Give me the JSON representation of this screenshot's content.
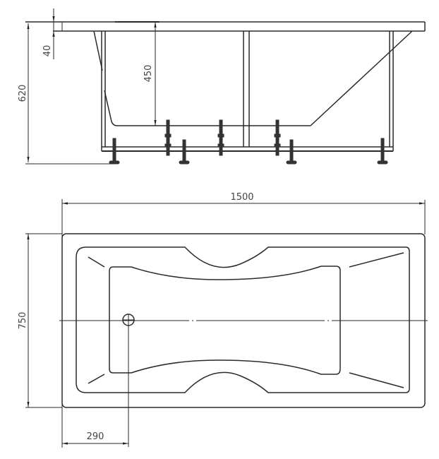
{
  "drawing": {
    "side_view": {
      "dimensions": {
        "total_height": "620",
        "rim_thickness": "40",
        "depth": "450"
      }
    },
    "top_view": {
      "dimensions": {
        "length": "1500",
        "width": "750",
        "drain_offset": "290"
      }
    }
  },
  "colors": {
    "line": "#2a2a2a",
    "text": "#444444",
    "background": "#ffffff"
  }
}
